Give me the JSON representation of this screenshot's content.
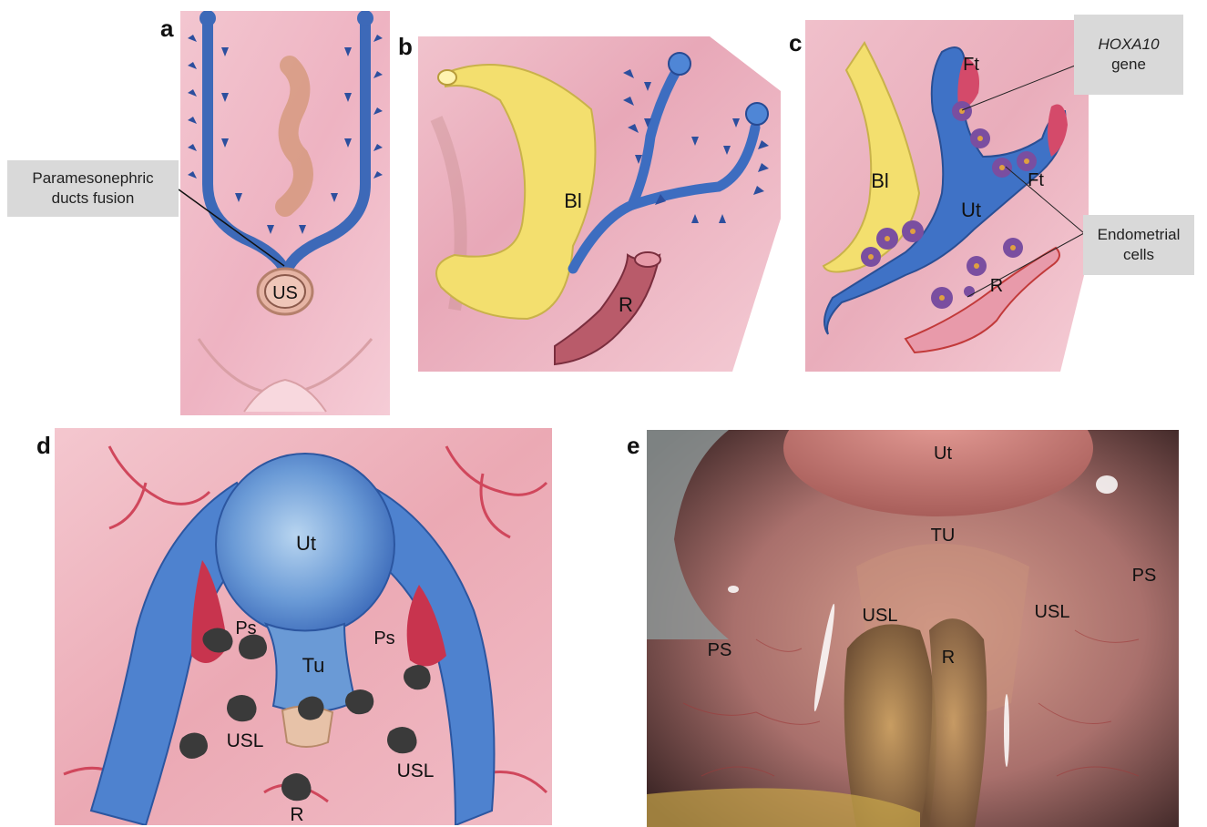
{
  "panels": {
    "a": {
      "letter": "a",
      "labels": {
        "us": "US"
      },
      "callout": {
        "line1": "Paramesonephric",
        "line2": "ducts fusion"
      }
    },
    "b": {
      "letter": "b",
      "labels": {
        "bl": "Bl",
        "r": "R"
      }
    },
    "c": {
      "letter": "c",
      "labels": {
        "ft1": "Ft",
        "ft2": "Ft",
        "bl": "Bl",
        "ut": "Ut",
        "r": "R"
      },
      "callout_gene": {
        "line1": "HOXA10",
        "line2": "gene"
      },
      "callout_cells": {
        "line1": "Endometrial",
        "line2": "cells"
      }
    },
    "d": {
      "letter": "d",
      "labels": {
        "ut": "Ut",
        "ps_left": "Ps",
        "ps_right": "Ps",
        "tu": "Tu",
        "usl_left": "USL",
        "usl_right": "USL",
        "r": "R"
      }
    },
    "e": {
      "letter": "e",
      "labels": {
        "ut": "Ut",
        "tu": "TU",
        "ps_left": "PS",
        "ps_right": "PS",
        "usl_left": "USL",
        "usl_right": "USL",
        "r": "R"
      }
    }
  },
  "colors": {
    "tissue_pink": "#f2c2cc",
    "duct_blue": "#4a7fcf",
    "bladder_yellow": "#f4e27a",
    "rectum_red": "#b8505e",
    "lesion_dark": "#3a3a3a",
    "cell_purple": "#7a4ea0",
    "callout_gray": "#d9d9d9"
  }
}
